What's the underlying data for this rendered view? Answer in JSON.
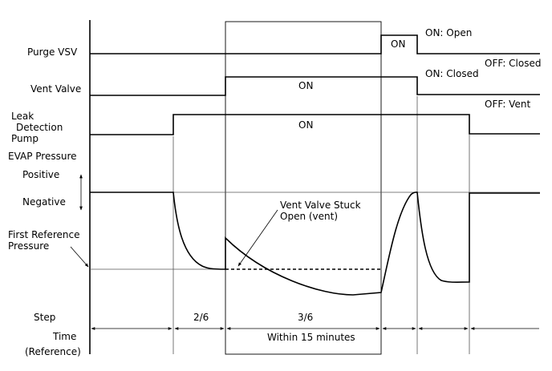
{
  "labels": {
    "purge_vsv": "Purge VSV",
    "vent_valve": "Vent Valve",
    "leak_detection_pump": [
      "Leak",
      "Detection",
      "Pump"
    ],
    "evap_pressure": "EVAP Pressure",
    "positive": "Positive",
    "negative": "Negative",
    "first_reference_pressure": [
      "First Reference",
      "Pressure"
    ],
    "step": "Step",
    "time": "Time",
    "reference": "(Reference)"
  },
  "states": {
    "purge_on": "ON",
    "purge_on_note": "ON: Open",
    "purge_off_note": "OFF: Closed",
    "vent_on": "ON",
    "vent_on_note": "ON: Closed",
    "vent_off_note": "OFF: Vent",
    "pump_on": "ON"
  },
  "annotation": [
    "Vent Valve Stuck",
    "Open (vent)"
  ],
  "steps": {
    "s2": "2/6",
    "s3": "3/6"
  },
  "time_note": "Within 15 minutes"
}
